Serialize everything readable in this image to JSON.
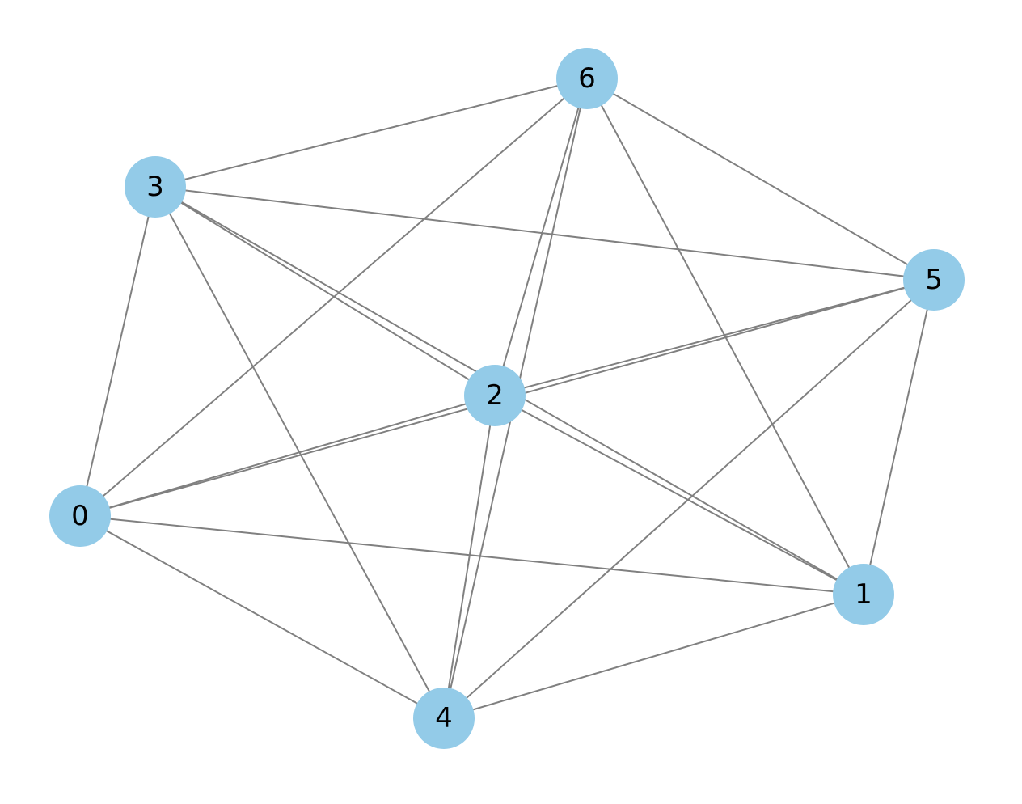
{
  "graph": {
    "node_color": "#93cbe8",
    "edge_color": "#808080",
    "nodes": [
      {
        "id": "0",
        "label": "0"
      },
      {
        "id": "1",
        "label": "1"
      },
      {
        "id": "2",
        "label": "2"
      },
      {
        "id": "3",
        "label": "3"
      },
      {
        "id": "4",
        "label": "4"
      },
      {
        "id": "5",
        "label": "5"
      },
      {
        "id": "6",
        "label": "6"
      }
    ],
    "edges": [
      [
        "0",
        "3"
      ],
      [
        "0",
        "6"
      ],
      [
        "0",
        "2"
      ],
      [
        "0",
        "1"
      ],
      [
        "0",
        "4"
      ],
      [
        "3",
        "6"
      ],
      [
        "3",
        "5"
      ],
      [
        "3",
        "2"
      ],
      [
        "3",
        "1"
      ],
      [
        "3",
        "4"
      ],
      [
        "6",
        "5"
      ],
      [
        "6",
        "2"
      ],
      [
        "6",
        "4"
      ],
      [
        "6",
        "1"
      ],
      [
        "5",
        "2"
      ],
      [
        "5",
        "0"
      ],
      [
        "5",
        "4"
      ],
      [
        "5",
        "1"
      ],
      [
        "2",
        "1"
      ],
      [
        "2",
        "4"
      ],
      [
        "4",
        "1"
      ]
    ]
  }
}
